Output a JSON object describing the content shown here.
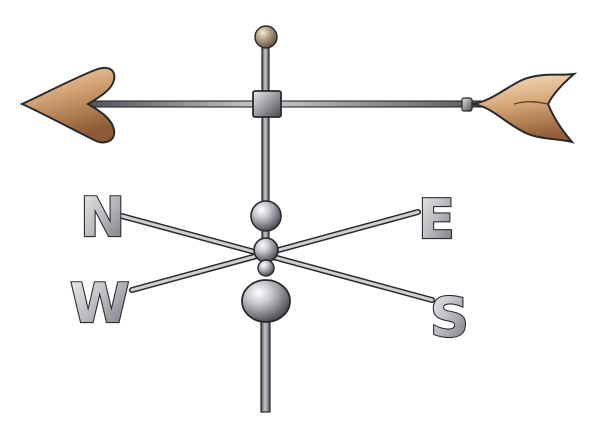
{
  "compass": {
    "north": "N",
    "east": "E",
    "south": "S",
    "west": "W"
  },
  "colors": {
    "background": "#ffffff",
    "copper": "#c99563",
    "copper_light": "#f2d9b6",
    "copper_dark": "#8c5a34",
    "metal": "#9a9aa0",
    "metal_light": "#f0f0f2",
    "metal_dark": "#4a4a52",
    "outline": "#2a2a2a"
  }
}
